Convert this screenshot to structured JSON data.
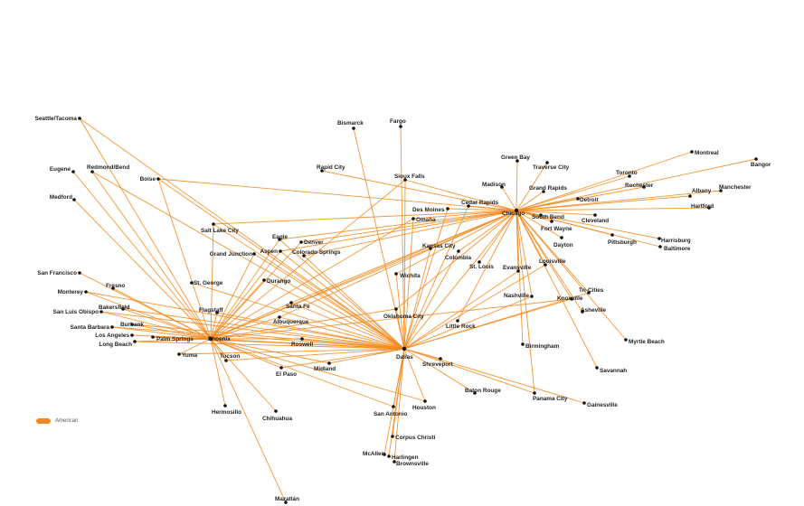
{
  "legend": {
    "label": "American",
    "color": "#f5891f"
  },
  "colors": {
    "route": "#f5891f",
    "dot": "#111111"
  },
  "hubs": [
    "Chicago",
    "Dallas",
    "Phoenix"
  ],
  "cities": [
    "Seattle/Tacoma",
    "Eugene",
    "Redmond/Bend",
    "Medford",
    "Boise",
    "San Francisco",
    "Monterey",
    "Fresno",
    "San Luis Obispo",
    "Bakersfield",
    "Santa Barbara",
    "Burbank",
    "Los Angeles",
    "Long Beach",
    "Palm Springs",
    "Yuma",
    "Phoenix",
    "Tucson",
    "Hermosillo",
    "Mazatlán",
    "Flagstaff",
    "St. George",
    "Salt Lake City",
    "Grand Junction",
    "Aspen",
    "Eagle",
    "Denver",
    "Colorado Springs",
    "Durango",
    "Santa Fe",
    "Albuquerque",
    "Roswell",
    "El Paso",
    "Chihuahua",
    "Midland",
    "Bismarck",
    "Fargo",
    "Rapid City",
    "Sioux Falls",
    "Omaha",
    "Des Moines",
    "Cedar Rapids",
    "Kansas City",
    "Columbia",
    "St. Louis",
    "Wichita",
    "Oklahoma City",
    "Little Rock",
    "Dallas",
    "Shreveport",
    "Houston",
    "San Antonio",
    "Corpus Christi",
    "McAllen",
    "Harlingen",
    "Brownsville",
    "Baton Rouge",
    "Birmingham",
    "Panama City",
    "Gainesville",
    "Savannah",
    "Myrtle Beach",
    "Asheville",
    "Knoxville",
    "Tri-Cities",
    "Nashville",
    "Evansville",
    "Louisville",
    "Chicago",
    "Madison",
    "Green Bay",
    "Traverse City",
    "Grand Rapids",
    "Detroit",
    "South Bend",
    "Fort Wayne",
    "Dayton",
    "Cleveland",
    "Pittsburgh",
    "Harrisburg",
    "Baltimore",
    "Toronto",
    "Rochester",
    "Albany",
    "Manchester",
    "Hartford",
    "Montreal",
    "Bangor"
  ],
  "routes": [
    [
      "Chicago",
      "Boise"
    ],
    [
      "Chicago",
      "Salt Lake City"
    ],
    [
      "Chicago",
      "Eagle"
    ],
    [
      "Chicago",
      "Aspen"
    ],
    [
      "Chicago",
      "Denver"
    ],
    [
      "Chicago",
      "Colorado Springs"
    ],
    [
      "Chicago",
      "Phoenix"
    ],
    [
      "Chicago",
      "Albuquerque"
    ],
    [
      "Chicago",
      "Santa Fe"
    ],
    [
      "Chicago",
      "Dallas"
    ],
    [
      "Chicago",
      "Rapid City"
    ],
    [
      "Chicago",
      "Sioux Falls"
    ],
    [
      "Chicago",
      "Omaha"
    ],
    [
      "Chicago",
      "Des Moines"
    ],
    [
      "Chicago",
      "Cedar Rapids"
    ],
    [
      "Chicago",
      "Kansas City"
    ],
    [
      "Chicago",
      "Columbia"
    ],
    [
      "Chicago",
      "St. Louis"
    ],
    [
      "Chicago",
      "Wichita"
    ],
    [
      "Chicago",
      "Oklahoma City"
    ],
    [
      "Chicago",
      "Little Rock"
    ],
    [
      "Chicago",
      "Evansville"
    ],
    [
      "Chicago",
      "Nashville"
    ],
    [
      "Chicago",
      "Louisville"
    ],
    [
      "Chicago",
      "Birmingham"
    ],
    [
      "Chicago",
      "Panama City"
    ],
    [
      "Chicago",
      "Knoxville"
    ],
    [
      "Chicago",
      "Asheville"
    ],
    [
      "Chicago",
      "Tri-Cities"
    ],
    [
      "Chicago",
      "Savannah"
    ],
    [
      "Chicago",
      "Myrtle Beach"
    ],
    [
      "Chicago",
      "Madison"
    ],
    [
      "Chicago",
      "Green Bay"
    ],
    [
      "Chicago",
      "Traverse City"
    ],
    [
      "Chicago",
      "Grand Rapids"
    ],
    [
      "Chicago",
      "Detroit"
    ],
    [
      "Chicago",
      "South Bend"
    ],
    [
      "Chicago",
      "Fort Wayne"
    ],
    [
      "Chicago",
      "Dayton"
    ],
    [
      "Chicago",
      "Cleveland"
    ],
    [
      "Chicago",
      "Pittsburgh"
    ],
    [
      "Chicago",
      "Harrisburg"
    ],
    [
      "Chicago",
      "Baltimore"
    ],
    [
      "Chicago",
      "Toronto"
    ],
    [
      "Chicago",
      "Rochester"
    ],
    [
      "Chicago",
      "Albany"
    ],
    [
      "Chicago",
      "Manchester"
    ],
    [
      "Chicago",
      "Hartford"
    ],
    [
      "Chicago",
      "Montreal"
    ],
    [
      "Chicago",
      "Bangor"
    ],
    [
      "Dallas",
      "Seattle/Tacoma"
    ],
    [
      "Dallas",
      "Redmond/Bend"
    ],
    [
      "Dallas",
      "Boise"
    ],
    [
      "Dallas",
      "Monterey"
    ],
    [
      "Dallas",
      "San Luis Obispo"
    ],
    [
      "Dallas",
      "Bakersfield"
    ],
    [
      "Dallas",
      "Burbank"
    ],
    [
      "Dallas",
      "Santa Barbara"
    ],
    [
      "Dallas",
      "Long Beach"
    ],
    [
      "Dallas",
      "Palm Springs"
    ],
    [
      "Dallas",
      "Phoenix"
    ],
    [
      "Dallas",
      "Tucson"
    ],
    [
      "Dallas",
      "Yuma"
    ],
    [
      "Dallas",
      "Flagstaff"
    ],
    [
      "Dallas",
      "St. George"
    ],
    [
      "Dallas",
      "Salt Lake City"
    ],
    [
      "Dallas",
      "Grand Junction"
    ],
    [
      "Dallas",
      "Eagle"
    ],
    [
      "Dallas",
      "Aspen"
    ],
    [
      "Dallas",
      "Durango"
    ],
    [
      "Dallas",
      "Santa Fe"
    ],
    [
      "Dallas",
      "Albuquerque"
    ],
    [
      "Dallas",
      "Colorado Springs"
    ],
    [
      "Dallas",
      "Roswell"
    ],
    [
      "Dallas",
      "El Paso"
    ],
    [
      "Dallas",
      "Midland"
    ],
    [
      "Dallas",
      "Bismarck"
    ],
    [
      "Dallas",
      "Fargo"
    ],
    [
      "Dallas",
      "Sioux Falls"
    ],
    [
      "Dallas",
      "Omaha"
    ],
    [
      "Dallas",
      "Des Moines"
    ],
    [
      "Dallas",
      "Wichita"
    ],
    [
      "Dallas",
      "Oklahoma City"
    ],
    [
      "Dallas",
      "Shreveport"
    ],
    [
      "Dallas",
      "Houston"
    ],
    [
      "Dallas",
      "San Antonio"
    ],
    [
      "Dallas",
      "Corpus Christi"
    ],
    [
      "Dallas",
      "McAllen"
    ],
    [
      "Dallas",
      "Harlingen"
    ],
    [
      "Dallas",
      "Brownsville"
    ],
    [
      "Dallas",
      "Baton Rouge"
    ],
    [
      "Dallas",
      "Gainesville"
    ],
    [
      "Dallas",
      "Panama City"
    ],
    [
      "Dallas",
      "Knoxville"
    ],
    [
      "Dallas",
      "Tri-Cities"
    ],
    [
      "Dallas",
      "Nashville"
    ],
    [
      "Dallas",
      "Evansville"
    ],
    [
      "Dallas",
      "Louisville"
    ],
    [
      "Dallas",
      "Cedar Rapids"
    ],
    [
      "Dallas",
      "Kansas City"
    ],
    [
      "Dallas",
      "Columbia"
    ],
    [
      "Phoenix",
      "Seattle/Tacoma"
    ],
    [
      "Phoenix",
      "Eugene"
    ],
    [
      "Phoenix",
      "Redmond/Bend"
    ],
    [
      "Phoenix",
      "Medford"
    ],
    [
      "Phoenix",
      "Boise"
    ],
    [
      "Phoenix",
      "San Francisco"
    ],
    [
      "Phoenix",
      "Monterey"
    ],
    [
      "Phoenix",
      "Fresno"
    ],
    [
      "Phoenix",
      "San Luis Obispo"
    ],
    [
      "Phoenix",
      "Bakersfield"
    ],
    [
      "Phoenix",
      "Santa Barbara"
    ],
    [
      "Phoenix",
      "Burbank"
    ],
    [
      "Phoenix",
      "Los Angeles"
    ],
    [
      "Phoenix",
      "Long Beach"
    ],
    [
      "Phoenix",
      "Palm Springs"
    ],
    [
      "Phoenix",
      "Yuma"
    ],
    [
      "Phoenix",
      "Tucson"
    ],
    [
      "Phoenix",
      "Hermosillo"
    ],
    [
      "Phoenix",
      "Mazatlán"
    ],
    [
      "Phoenix",
      "Flagstaff"
    ],
    [
      "Phoenix",
      "Salt Lake City"
    ],
    [
      "Phoenix",
      "Grand Junction"
    ],
    [
      "Phoenix",
      "Aspen"
    ],
    [
      "Phoenix",
      "Eagle"
    ],
    [
      "Phoenix",
      "Durango"
    ],
    [
      "Phoenix",
      "Santa Fe"
    ],
    [
      "Phoenix",
      "Albuquerque"
    ],
    [
      "Phoenix",
      "Denver"
    ],
    [
      "Phoenix",
      "El Paso"
    ],
    [
      "Phoenix",
      "Midland"
    ],
    [
      "Phoenix",
      "Houston"
    ],
    [
      "Phoenix",
      "San Antonio"
    ],
    [
      "Phoenix",
      "Oklahoma City"
    ],
    [
      "Phoenix",
      "Kansas City"
    ],
    [
      "Phoenix",
      "Omaha"
    ],
    [
      "Phoenix",
      "Sioux Falls"
    ],
    [
      "Phoenix",
      "Knoxville"
    ],
    [
      "Phoenix",
      "Chihuahua"
    ],
    [
      "Phoenix",
      "Roswell"
    ]
  ]
}
